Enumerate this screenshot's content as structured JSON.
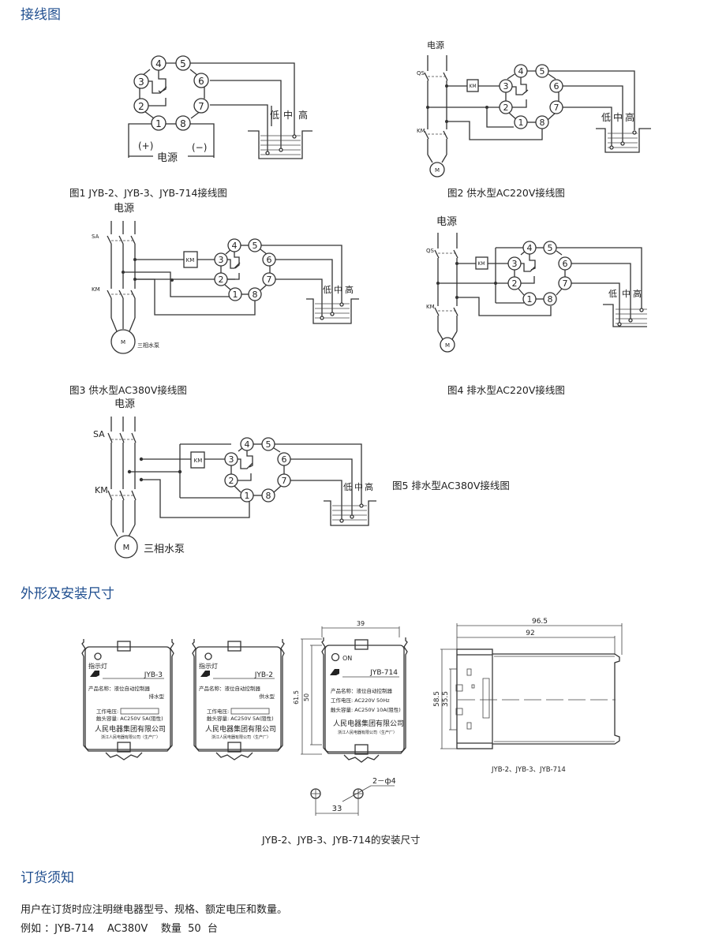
{
  "sections": {
    "wiring_title": "接线图",
    "dimensions_title": "外形及安装尺寸",
    "ordering_title": "订货须知"
  },
  "figures": {
    "fig1": {
      "caption": "图1  JYB-2、JYB-3、JYB-714接线图",
      "power_label": "电源",
      "plus": "(+)",
      "minus": "(−)"
    },
    "fig2": {
      "caption": "图2  供水型AC220V接线图",
      "power_label": "电源",
      "switch": "QS",
      "contactor": "KM",
      "motor": "M"
    },
    "fig3": {
      "caption": "图3  供水型AC380V接线图",
      "power_label": "电源",
      "switch": "SA",
      "contactor": "KM",
      "motor": "M",
      "motor_label": "三相水泵"
    },
    "fig4": {
      "caption": "图4  排水型AC220V接线图",
      "power_label": "电源",
      "switch": "QS",
      "contactor": "KM",
      "motor": "M"
    },
    "fig5": {
      "caption": "图5  排水型AC380V接线图",
      "power_label": "电源",
      "switch": "SA",
      "contactor": "KM",
      "motor": "M",
      "motor_label": "三相水泵"
    }
  },
  "terminals": [
    "1",
    "2",
    "3",
    "4",
    "5",
    "6",
    "7",
    "8"
  ],
  "levels": {
    "low": "低",
    "mid": "中",
    "high": "高"
  },
  "devices": [
    {
      "indicator": "指示灯",
      "model": "JYB-3",
      "name_label": "产品名称：液位自动控制器",
      "type": "排水型",
      "voltage_label": "工作电压:",
      "contact": "触头容量: AC250V 5A(阻性)",
      "company": "人民电器集团有限公司",
      "factory": "浙江人民电器有限公司（生产厂）"
    },
    {
      "indicator": "指示灯",
      "model": "JYB-2",
      "name_label": "产品名称：液位自动控制器",
      "type": "供水型",
      "voltage_label": "工作电压:",
      "contact": "触头容量: AC250V 5A(阻性)",
      "company": "人民电器集团有限公司",
      "factory": "浙江人民电器有限公司（生产厂）"
    },
    {
      "indicator": "ON",
      "model": "JYB-714",
      "name_label": "产品名称：液位自动控制器",
      "voltage": "工作电压: AC220V 50Hz",
      "contact": "触头容量: AC250V 10A(阻性)",
      "company": "人民电器集团有限公司",
      "factory": "浙江人民电器有限公司（生产厂）"
    }
  ],
  "dimensions": {
    "width": "39",
    "height_outer": "61.5",
    "height_inner": "50",
    "depth_outer": "96.5",
    "depth_inner": "92",
    "side_outer": "58.5",
    "side_inner": "35.5",
    "side_caption": "JYB-2、JYB-3、JYB-714",
    "hole_spec": "2－ф4",
    "hole_spacing": "33",
    "caption": "JYB-2、JYB-3、JYB-714的安装尺寸"
  },
  "ordering": {
    "line1": "用户在订货时应注明继电器型号、规格、额定电压和数量。",
    "line2": "例如 ：JYB-714    AC380V    数量  50  台"
  }
}
